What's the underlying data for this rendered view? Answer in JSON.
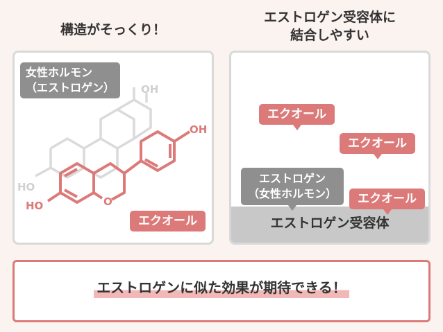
{
  "left": {
    "heading": "構造がそっくり！",
    "hormone_tag": [
      "女性ホルモン",
      "（エストロゲン）"
    ],
    "equol_tag": "エクオール",
    "labels": {
      "oh_top": "OH",
      "oh_right": "OH",
      "ho_left": "HO",
      "ho_pink": "HO",
      "o_ring": "O"
    }
  },
  "right": {
    "heading_lines": [
      "エストロゲン受容体に",
      "結合しやすい"
    ],
    "equol_tags": [
      "エクオール",
      "エクオール",
      "エクオール"
    ],
    "hormone_tag": [
      "エストロゲン",
      "（女性ホルモン）"
    ],
    "receptor_label": "エストロゲン受容体"
  },
  "bottom": {
    "text": "エストロゲンに似た効果が期待できる！"
  },
  "colors": {
    "pink": "#dc7a7a",
    "gray": "#8f8f8f",
    "receptor": "#c8c8c8",
    "frame": "#d9d9d9",
    "background": "#fbf3ef"
  }
}
